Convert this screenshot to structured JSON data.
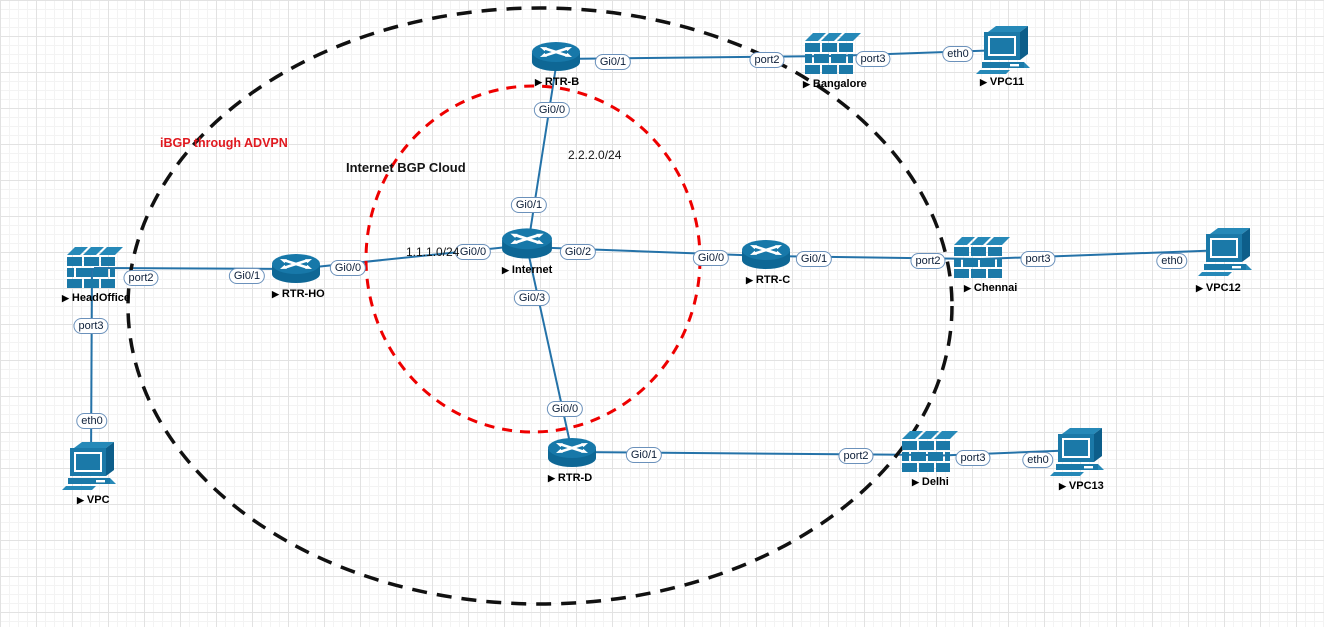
{
  "annotations": {
    "ibgp_label": "iBGP through ADVPN",
    "cloud_label": "Internet BGP Cloud",
    "subnet_top": "2.2.2.0/24",
    "subnet_left": "1.1.1.0/24"
  },
  "devices": [
    {
      "type": "router",
      "label": "RTR-B"
    },
    {
      "type": "firewall",
      "label": "Bangalore"
    },
    {
      "type": "pc",
      "label": "VPC11"
    },
    {
      "type": "firewall",
      "label": "HeadOffice"
    },
    {
      "type": "router",
      "label": "RTR-HO"
    },
    {
      "type": "router",
      "label": "Internet"
    },
    {
      "type": "router",
      "label": "RTR-C"
    },
    {
      "type": "firewall",
      "label": "Chennai"
    },
    {
      "type": "pc",
      "label": "VPC12"
    },
    {
      "type": "pc",
      "label": "VPC"
    },
    {
      "type": "router",
      "label": "RTR-D"
    },
    {
      "type": "firewall",
      "label": "Delhi"
    },
    {
      "type": "pc",
      "label": "VPC13"
    }
  ],
  "badges": [
    {
      "text": "Gi0/1"
    },
    {
      "text": "port2"
    },
    {
      "text": "port3"
    },
    {
      "text": "eth0"
    },
    {
      "text": "Gi0/0"
    },
    {
      "text": "Gi0/1"
    },
    {
      "text": "Gi0/0"
    },
    {
      "text": "Gi0/2"
    },
    {
      "text": "Gi0/3"
    },
    {
      "text": "port2"
    },
    {
      "text": "Gi0/1"
    },
    {
      "text": "Gi0/0"
    },
    {
      "text": "port3"
    },
    {
      "text": "eth0"
    },
    {
      "text": "Gi0/0"
    },
    {
      "text": "Gi0/1"
    },
    {
      "text": "port2"
    },
    {
      "text": "port3"
    },
    {
      "text": "eth0"
    },
    {
      "text": "Gi0/0"
    },
    {
      "text": "Gi0/1"
    },
    {
      "text": "port2"
    },
    {
      "text": "port3"
    },
    {
      "text": "eth0"
    }
  ],
  "colors": {
    "link": "#2472a8",
    "device_blue": "#1b79a8",
    "annotation_red": "#e0191f",
    "shape_black": "#111111",
    "shape_red": "#ee0000",
    "badge_border": "#6b91bb"
  }
}
